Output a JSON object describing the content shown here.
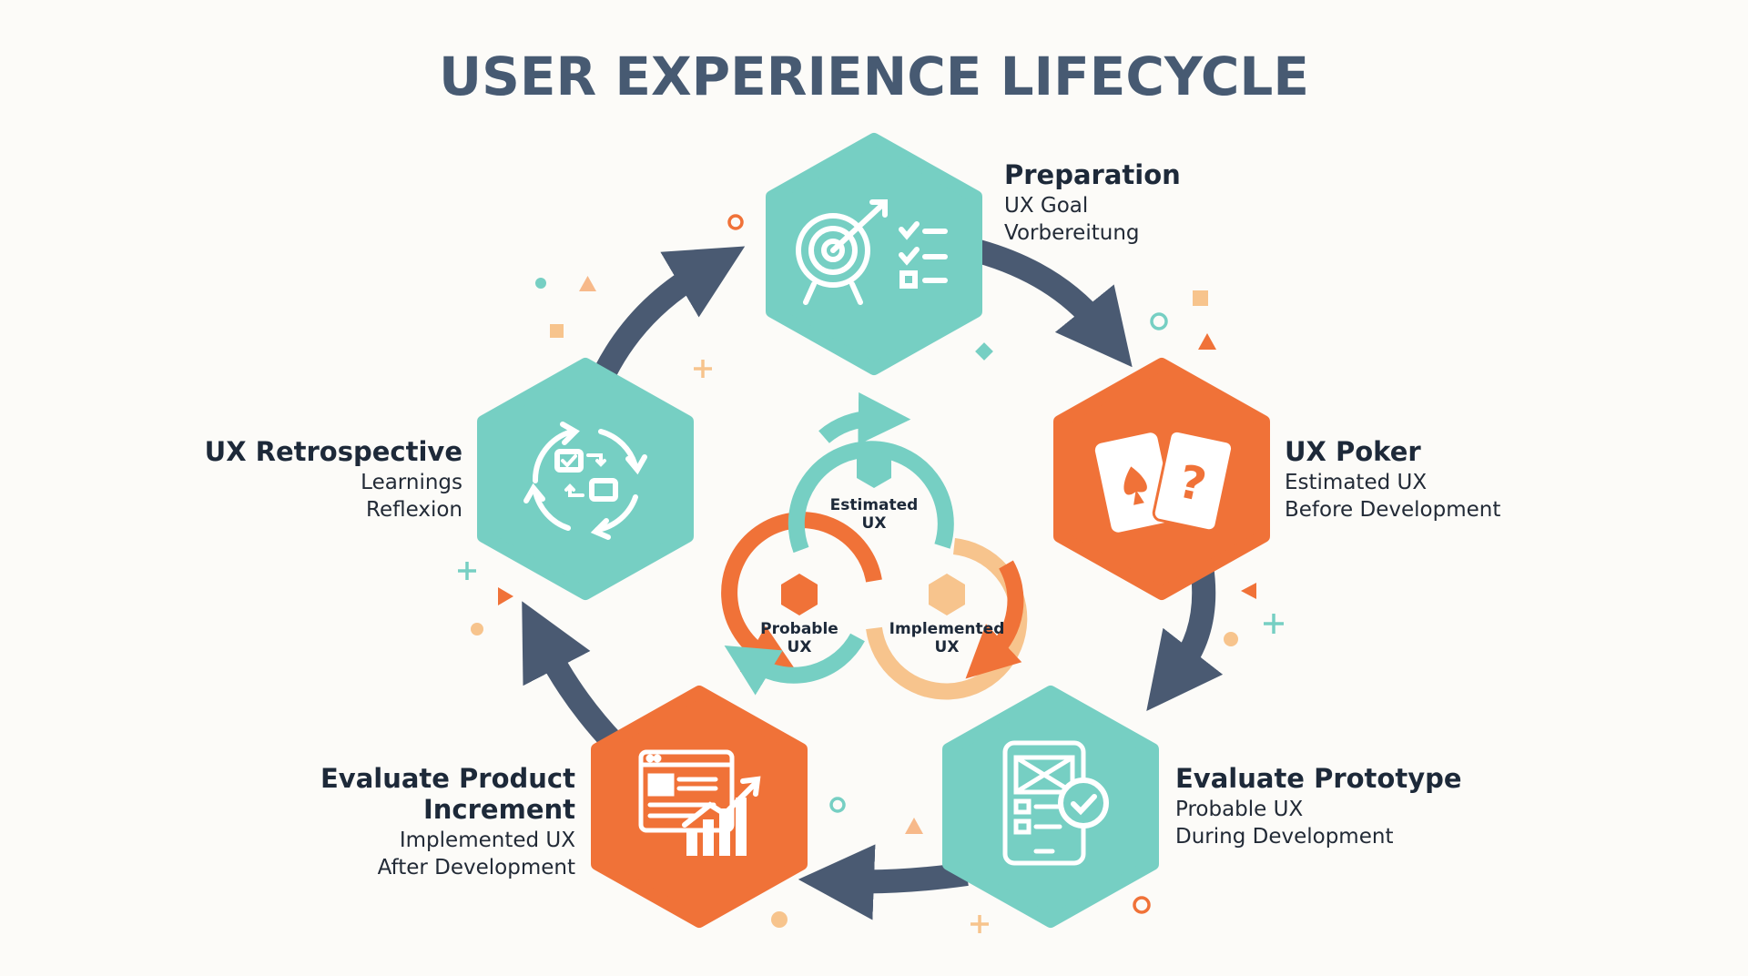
{
  "title": "USER EXPERIENCE LIFECYCLE",
  "colors": {
    "teal": "#76cfc3",
    "orange": "#f07238",
    "peach": "#f7c48d",
    "arrow": "#4a5a72",
    "title": "#475a72",
    "text": "#1d2939"
  },
  "stages": {
    "preparation": {
      "title": "Preparation",
      "lines": [
        "UX Goal",
        "Vorbereitung"
      ],
      "icon": "target-checklist-icon",
      "color": "teal"
    },
    "poker": {
      "title": "UX Poker",
      "lines": [
        "Estimated UX",
        "Before Development"
      ],
      "icon": "playing-cards-icon",
      "color": "orange"
    },
    "prototype": {
      "title": "Evaluate Prototype",
      "lines": [
        "Probable UX",
        "During Development"
      ],
      "icon": "mobile-prototype-icon",
      "color": "teal"
    },
    "increment": {
      "title": "Evaluate Product Increment",
      "lines": [
        "Implemented UX",
        "After Development"
      ],
      "icon": "analytics-chart-icon",
      "color": "orange"
    },
    "retrospective": {
      "title": "UX Retrospective",
      "lines": [
        "Learnings",
        "Reflexion"
      ],
      "icon": "refresh-cycle-icon",
      "color": "teal"
    }
  },
  "center": {
    "estimated": [
      "Estimated",
      "UX"
    ],
    "probable": [
      "Probable",
      "UX"
    ],
    "implemented": [
      "Implemented",
      "UX"
    ]
  }
}
